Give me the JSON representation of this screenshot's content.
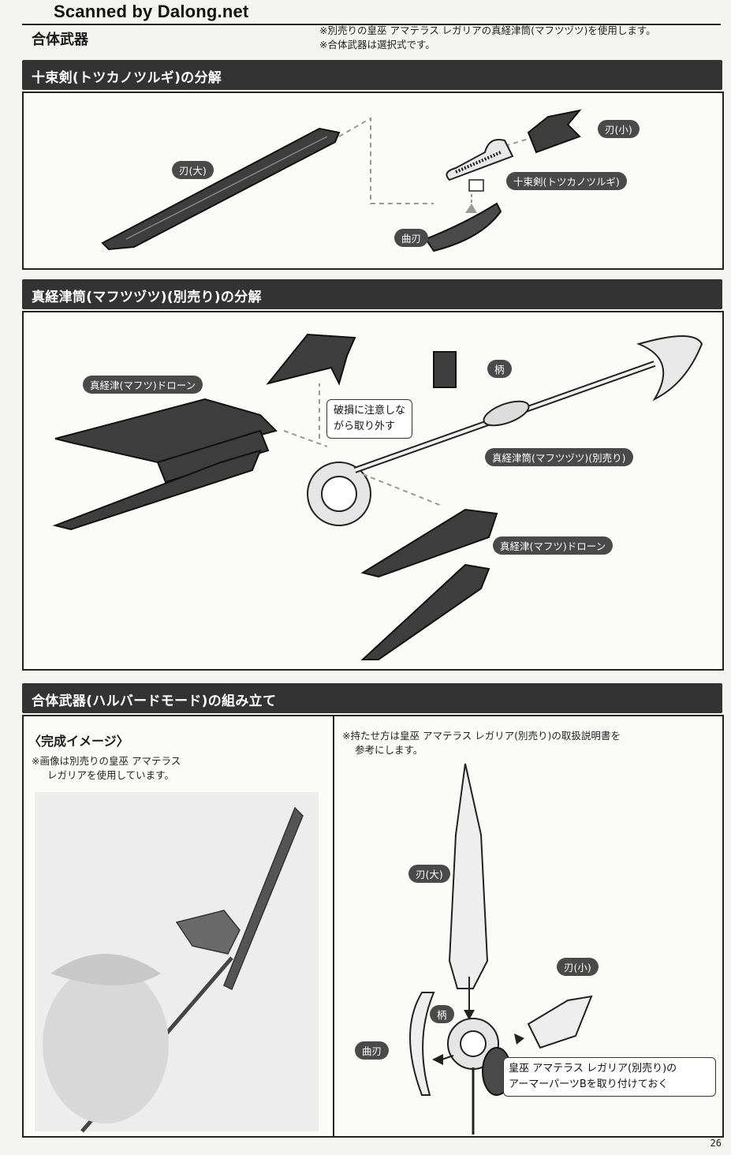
{
  "watermark": "Scanned by Dalong.net",
  "section_main": {
    "title": "合体武器",
    "note1": "※別売りの皇巫 アマテラス レガリアの真経津筒(マフツヅツ)を使用します。",
    "note2": "※合体武器は選択式です。"
  },
  "section1": {
    "title": "十束剣(トツカノツルギ)の分解",
    "labels": {
      "blade_large": "刃(大)",
      "blade_small": "刃(小)",
      "tsurugi": "十束剣(トツカノツルギ)",
      "curved_blade": "曲刃"
    }
  },
  "section2": {
    "title": "真経津筒(マフツヅツ)(別売り)の分解",
    "labels": {
      "drone_left": "真経津(マフツ)ドローン",
      "handle": "柄",
      "caution": "破損に注意しな\nがら取り外す",
      "tsutsu": "真経津筒(マフツヅツ)(別売り)",
      "drone_right": "真経津(マフツ)ドローン"
    }
  },
  "section3": {
    "title": "合体武器(ハルバードモード)の組み立て",
    "left": {
      "heading": "〈完成イメージ〉",
      "note1": "※画像は別売りの皇巫 アマテラス",
      "note2": "レガリアを使用しています。"
    },
    "right": {
      "note1": "※持たせ方は皇巫 アマテラス レガリア(別売り)の取扱説明書を",
      "note2": "参考にします。",
      "labels": {
        "blade_large": "刃(大)",
        "blade_small": "刃(小)",
        "handle": "柄",
        "curved_blade": "曲刃",
        "armor1": "皇巫 アマテラス レガリア(別売り)の",
        "armor2": "アーマーパーツBを取り付けておく"
      }
    }
  },
  "page_number": "26"
}
